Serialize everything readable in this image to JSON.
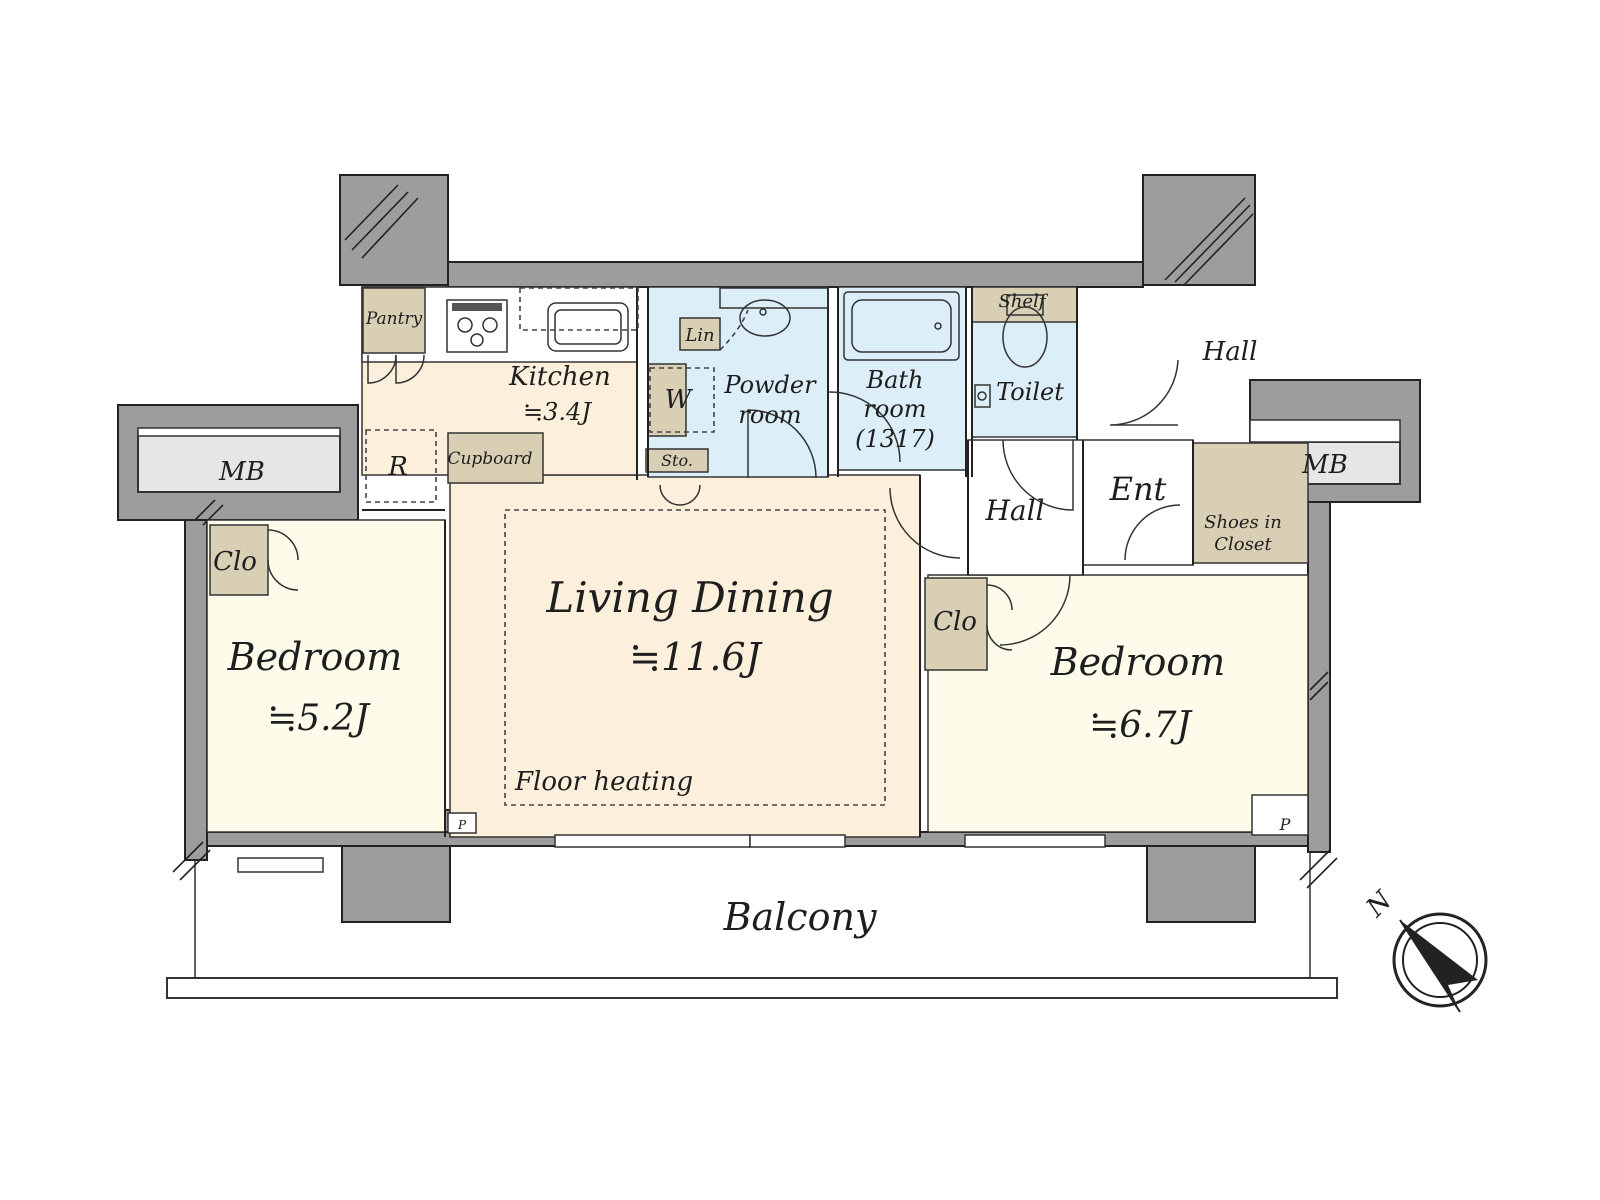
{
  "rooms": {
    "living_dining": {
      "name": "Living Dining",
      "area": "≒11.6J"
    },
    "kitchen": {
      "name": "Kitchen",
      "area": "≒3.4J"
    },
    "bedroom_west": {
      "name": "Bedroom",
      "area": "≒5.2J"
    },
    "bedroom_east": {
      "name": "Bedroom",
      "area": "≒6.7J"
    },
    "powder_room": {
      "line1": "Powder",
      "line2": "room"
    },
    "bath_room": {
      "line1": "Bath",
      "line2": "room",
      "line3": "(1317)"
    },
    "toilet": "Toilet",
    "hall_inner": "Hall",
    "hall_common": "Hall",
    "entrance": "Ent",
    "balcony": "Balcony"
  },
  "storage": {
    "pantry": "Pantry",
    "cupboard": "Cupboard",
    "refrigerator": "R",
    "linen": "Lin",
    "washer": "W",
    "storage_small": "Sto.",
    "shelf": "Shelf",
    "closet_west": "Clo",
    "closet_east": "Clo",
    "shoes_closet_line1": "Shoes in",
    "shoes_closet_line2": "Closet",
    "pipe_shaft_west": "P",
    "pipe_shaft_east": "P"
  },
  "meter_boxes": {
    "west": "MB",
    "east": "MB"
  },
  "annotations": {
    "floor_heating": "Floor heating"
  },
  "compass": {
    "label": "N"
  },
  "colors": {
    "living": "#fcf0dc",
    "bedroom": "#fdfbea",
    "wet_area": "#dceef7",
    "storage": "#d9cfb4",
    "wall": "#9d9d9d"
  }
}
